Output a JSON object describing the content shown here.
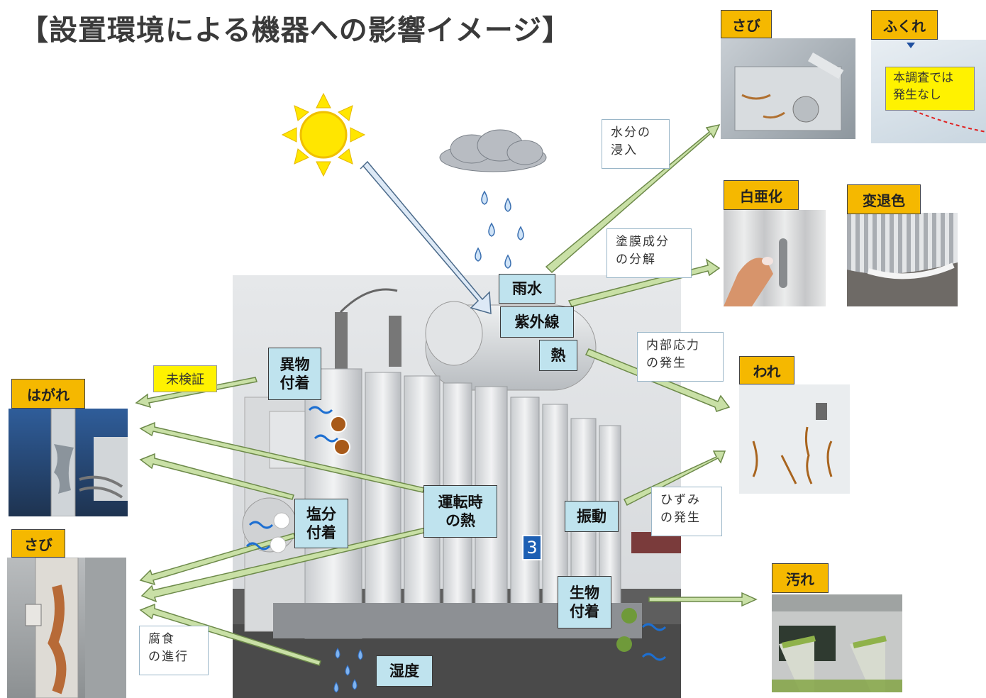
{
  "title": "【設置環境による機器への影響イメージ】",
  "factors": {
    "rain": "雨水",
    "uv": "紫外線",
    "heat": "熱",
    "foreign": "異物\n付着",
    "salt": "塩分\n付着",
    "operating_heat": "運転時\nの熱",
    "vibration": "振動",
    "biological": "生物\n付着",
    "humidity": "湿度"
  },
  "mechanisms": {
    "water_ingress": "水分の\n浸入",
    "coating_decomp": "塗膜成分\nの分解",
    "internal_stress": "内部応力\nの発生",
    "strain": "ひずみ\nの発生",
    "corrosion": "腐食\nの進行",
    "unverified": "未検証"
  },
  "effects": {
    "rust_top": "さび",
    "blister": "ふくれ",
    "blister_note": "本調査では\n発生なし",
    "chalking": "白亜化",
    "fading": "変退色",
    "crack": "われ",
    "peeling": "はがれ",
    "rust_left": "さび",
    "dirt": "汚れ"
  },
  "transformer_number": "3",
  "colors": {
    "tag": "#f5b800",
    "factor_box": "#bfe3ee",
    "arrow_fill": "#c9e0a6",
    "arrow_stroke": "#6d8a4a",
    "uv_arrow": "#dde9f6",
    "sun": "#ffe600"
  }
}
